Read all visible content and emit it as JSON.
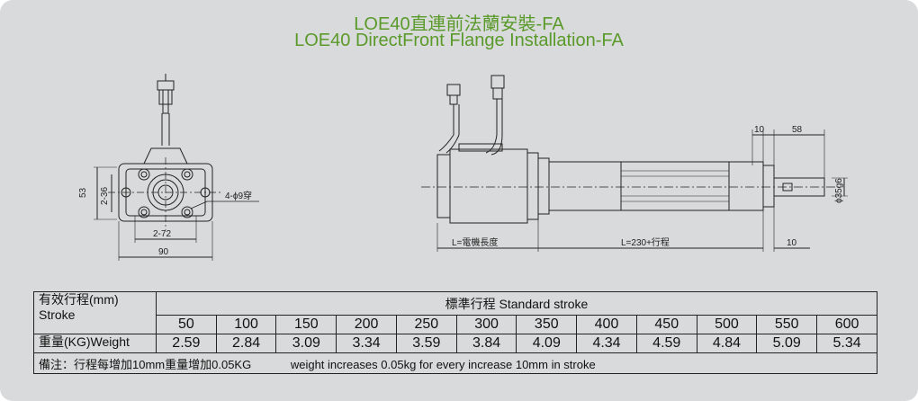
{
  "title": {
    "cn": "LOE40直連前法蘭安裝-FA",
    "en": "LOE40 DirectFront Flange Installation-FA"
  },
  "drawing": {
    "front_view": {
      "dim_height": "53",
      "dim_hole_v": "2-36",
      "dim_hole_h": "2-72",
      "dim_width": "90",
      "hole_callout": "4-ϕ9穿"
    },
    "side_view": {
      "dim_flange": "10",
      "dim_rod": "58",
      "dim_rod_dia": "ϕ35g6",
      "dim_motor_len": "L=電機長度",
      "dim_body_len": "L=230+行程",
      "dim_end": "10"
    }
  },
  "table": {
    "row_label_stroke": "有效行程(mm)\nStroke",
    "standard_stroke_header": "標準行程   Standard stroke",
    "strokes": [
      "50",
      "100",
      "150",
      "200",
      "250",
      "300",
      "350",
      "400",
      "450",
      "500",
      "550",
      "600"
    ],
    "row_label_weight": "重量(KG)Weight",
    "weights": [
      "2.59",
      "2.84",
      "3.09",
      "3.34",
      "3.59",
      "3.84",
      "4.09",
      "4.34",
      "4.59",
      "4.84",
      "5.09",
      "5.34"
    ],
    "note_cn": "備注：行程每增加10mm重量增加0.05KG",
    "note_en": "weight increases 0.05kg for every increase 10mm in stroke"
  },
  "colors": {
    "background": "#d9dadb",
    "title": "#5a9a2a",
    "line": "#222222"
  }
}
